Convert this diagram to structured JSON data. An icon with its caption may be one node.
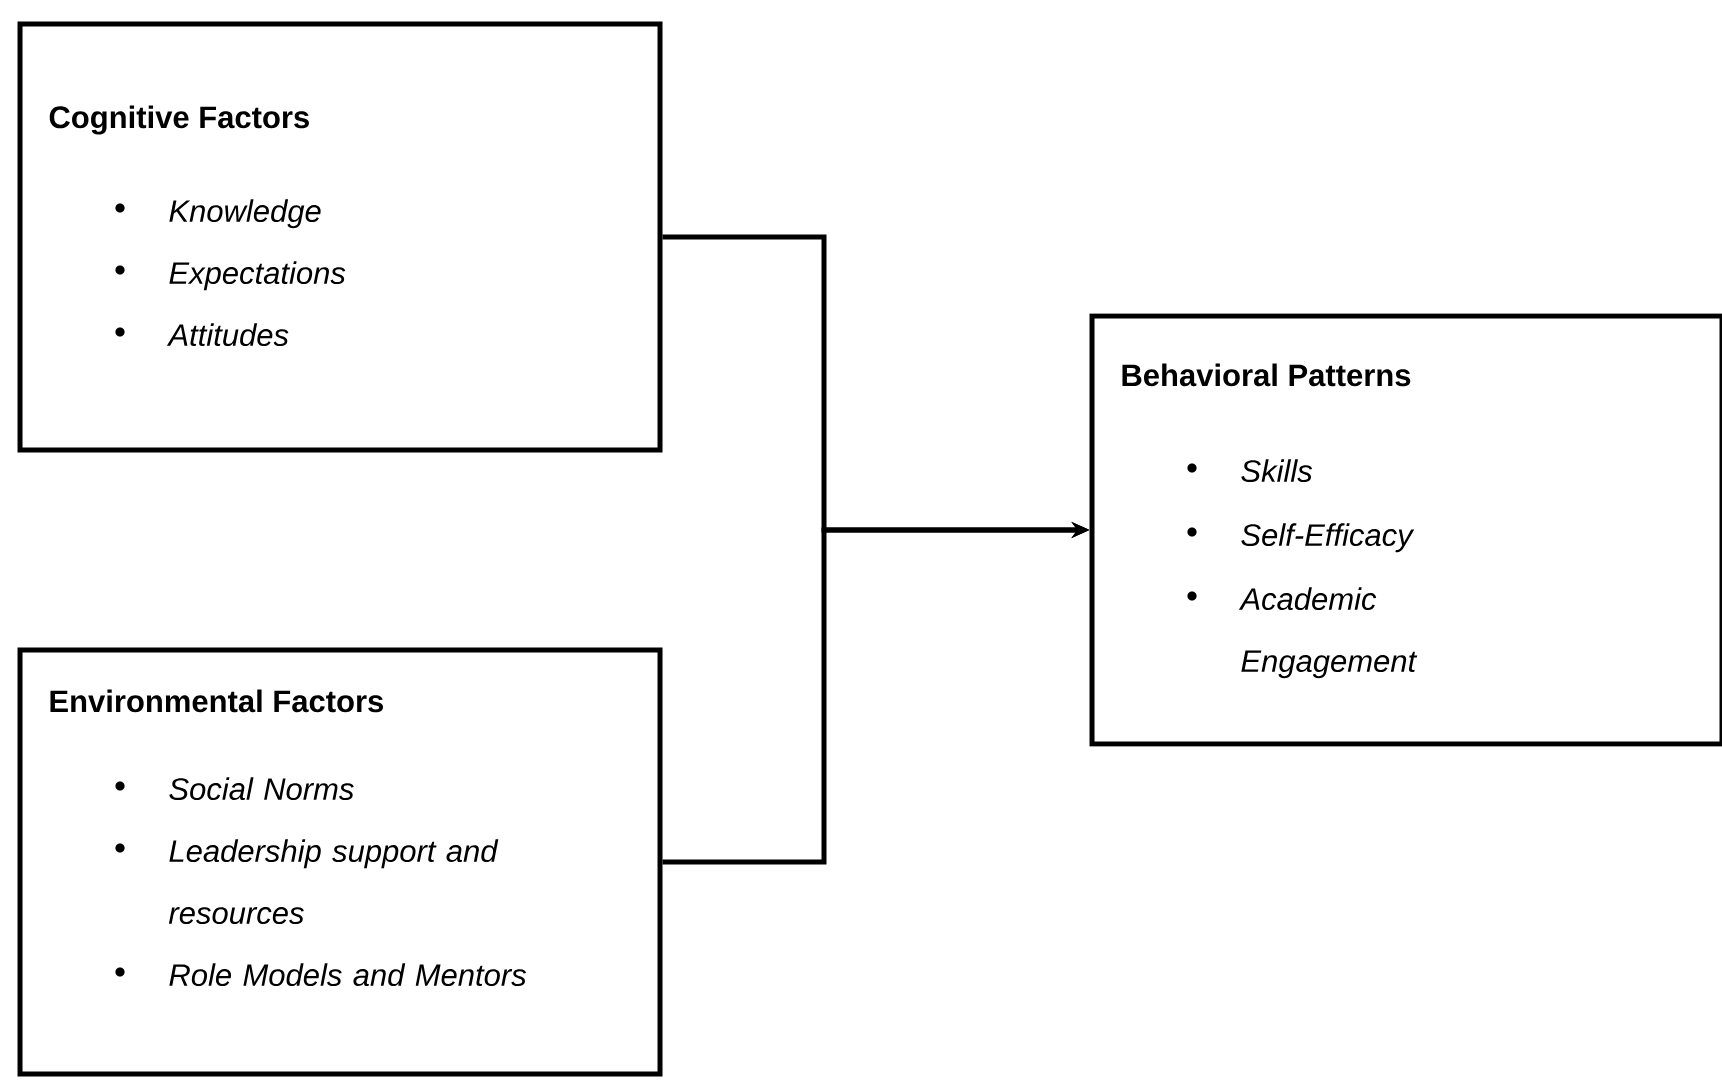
{
  "diagram": {
    "nodes": [
      {
        "text": [
          "Cognitive Factors",
          "Knowledge",
          "Expectations",
          "Attitudes"
        ]
      },
      {
        "text": [
          "Environmental Factors",
          "Social Norms",
          "Leadership support and resources",
          "Role Models and Mentors"
        ]
      },
      {
        "text": [
          "Behavioral Patterns",
          "Skills",
          "Self-Efficacy",
          "Academic Engagement"
        ]
      }
    ],
    "edges": [
      {
        "from": 0,
        "to": 2,
        "arrow": "to"
      },
      {
        "from": 1,
        "to": 2,
        "arrow": "to"
      }
    ]
  }
}
